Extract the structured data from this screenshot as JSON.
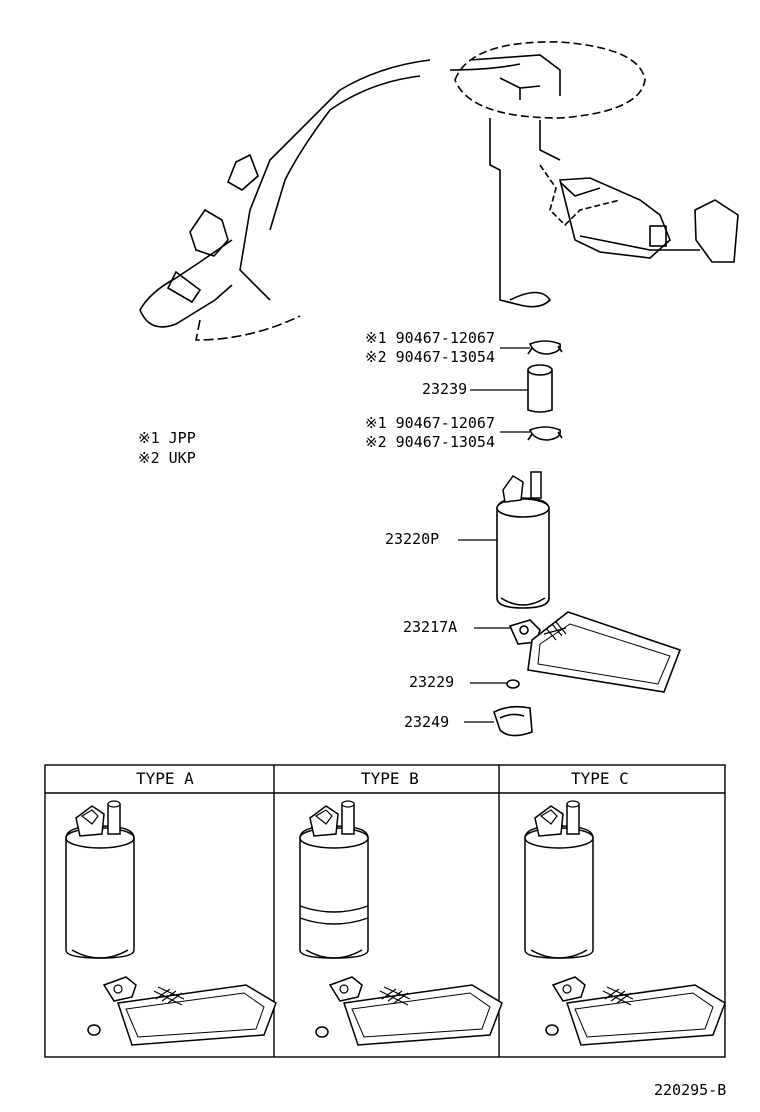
{
  "legend": {
    "jpp": "※1 JPP",
    "ukp": "※2 UKP"
  },
  "callouts": {
    "clamp_top_1": "※1 90467-12067",
    "clamp_top_2": "※2 90467-13054",
    "hose": "23239",
    "clamp_bot_1": "※1 90467-12067",
    "clamp_bot_2": "※2 90467-13054",
    "pump": "23220P",
    "filter": "23217A",
    "washer": "23229",
    "cushion": "23249"
  },
  "types": {
    "a": "TYPE A",
    "b": "TYPE B",
    "c": "TYPE C"
  },
  "diagram_code": "220295-B"
}
